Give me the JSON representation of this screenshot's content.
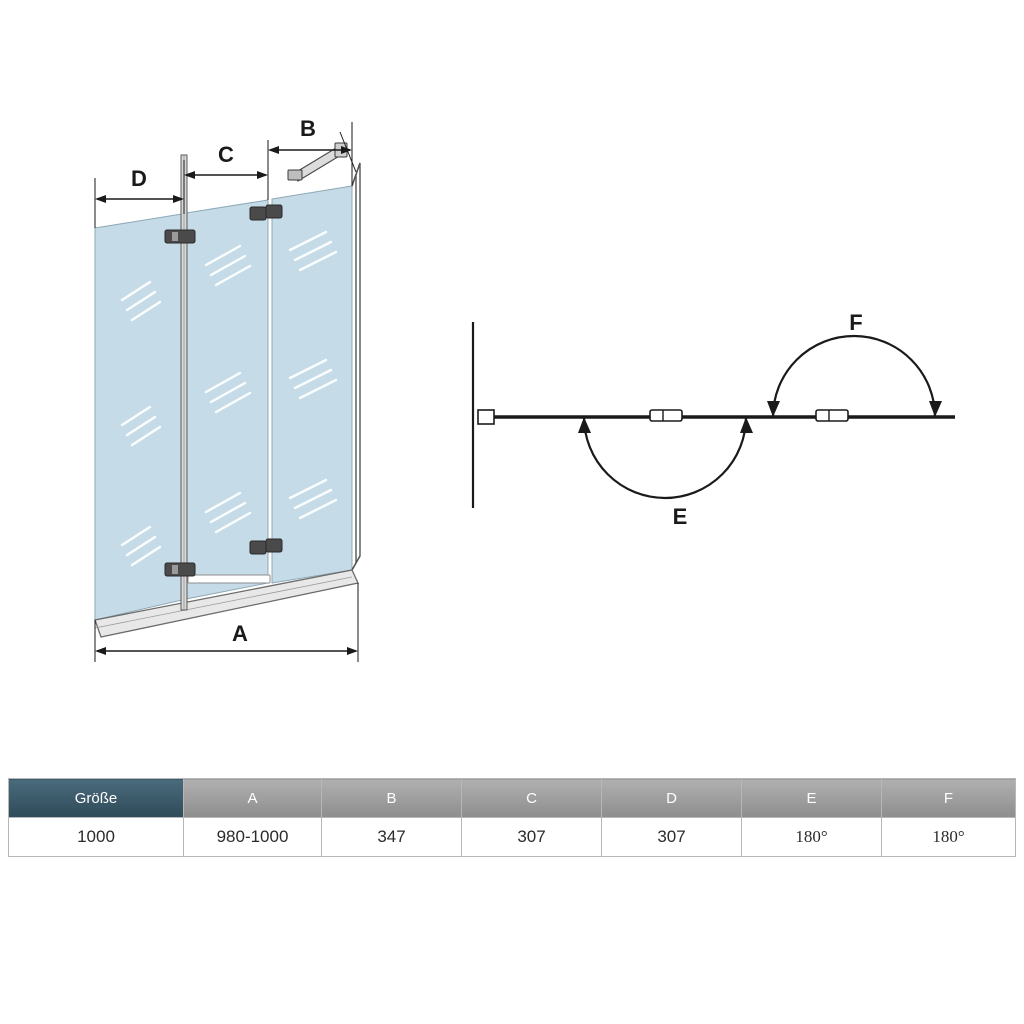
{
  "diagram": {
    "front_view": {
      "labels": {
        "a": "A",
        "b": "B",
        "c": "C",
        "d": "D"
      }
    },
    "top_view": {
      "labels": {
        "e": "E",
        "f": "F"
      }
    }
  },
  "table": {
    "headers": [
      "Größe",
      "A",
      "B",
      "C",
      "D",
      "E",
      "F"
    ],
    "rows": [
      [
        "1000",
        "980-1000",
        "347",
        "307",
        "307",
        "180°",
        "180°"
      ]
    ]
  },
  "colors": {
    "glass": "#c5dce8",
    "frame": "#6b6b6b",
    "header_accent": "#3d5f70",
    "header_grey": "#9a9a9a",
    "line": "#1a1a1a"
  }
}
